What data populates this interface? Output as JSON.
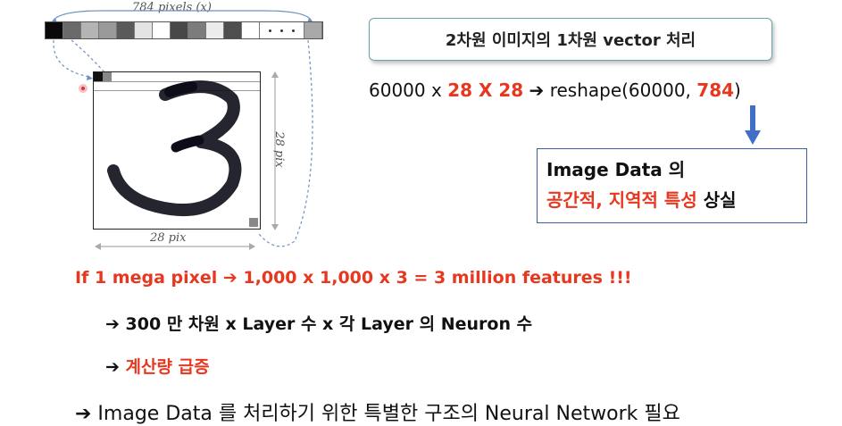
{
  "figure": {
    "strip_label": "784 pixels (x)",
    "bottom_label": "28 pix",
    "side_label": "28 pix",
    "strip_shades": [
      "#0a0a0a",
      "#6a6a6a",
      "#b4b4b4",
      "#9a9a9a",
      "#5a5a5a",
      "#e4e4e4",
      "#ffffff",
      "#484848",
      "#7c7c7c",
      "#ececec",
      "#4e4e4e",
      "#ffffff"
    ],
    "strip_last": "#a8a8a8"
  },
  "title_box": {
    "text": "2차원 이미지의 1차원 vector 처리"
  },
  "reshape": {
    "prefix": "60000 x ",
    "dims": "28 X 28",
    "arrow": " ➔ ",
    "call_prefix": "reshape(60000, ",
    "call_value": "784",
    "call_suffix": ")"
  },
  "info_box": {
    "line1": "Image Data 의",
    "line2_red": "공간적, 지역적 특성",
    "line2_black": " 상실"
  },
  "bullets": {
    "mega": "If 1 mega pixel ➔ 1,000 x 1,000 x 3 = 3 million features !!!",
    "dims_arrow": "➔",
    "dims": "300 만 차원 x Layer 수 x 각 Layer 의 Neuron 수",
    "calc_arrow": "➔",
    "calc": "계산량 급증",
    "final": "➔ Image Data 를 처리하기 위한 특별한 구조의 Neural Network 필요"
  },
  "colors": {
    "accent_red": "#e8371f",
    "box_blue": "#3a5fa6",
    "arrow_blue": "#3f6fc6",
    "title_border": "#6aa3a8"
  }
}
